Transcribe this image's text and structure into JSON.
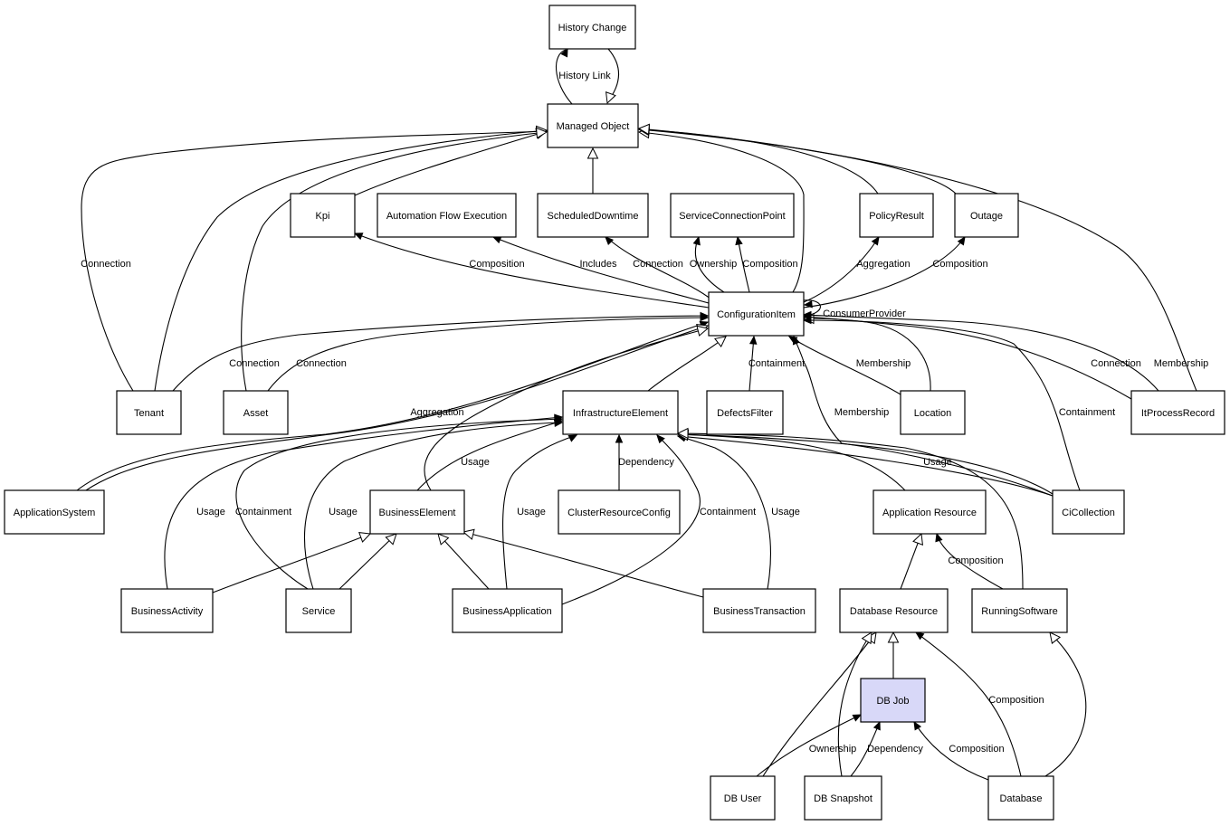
{
  "nodes": [
    {
      "id": "HistoryChange",
      "label": "History Change"
    },
    {
      "id": "ManagedObject",
      "label": "Managed Object"
    },
    {
      "id": "Kpi",
      "label": "Kpi"
    },
    {
      "id": "AutomationFlowExecution",
      "label": "Automation Flow Execution"
    },
    {
      "id": "ScheduledDowntime",
      "label": "ScheduledDowntime"
    },
    {
      "id": "ServiceConnectionPoint",
      "label": "ServiceConnectionPoint"
    },
    {
      "id": "PolicyResult",
      "label": "PolicyResult"
    },
    {
      "id": "Outage",
      "label": "Outage"
    },
    {
      "id": "ConfigurationItem",
      "label": "ConfigurationItem"
    },
    {
      "id": "Tenant",
      "label": "Tenant"
    },
    {
      "id": "Asset",
      "label": "Asset"
    },
    {
      "id": "InfrastructureElement",
      "label": "InfrastructureElement"
    },
    {
      "id": "DefectsFilter",
      "label": "DefectsFilter"
    },
    {
      "id": "Location",
      "label": "Location"
    },
    {
      "id": "ItProcessRecord",
      "label": "ItProcessRecord"
    },
    {
      "id": "ApplicationSystem",
      "label": "ApplicationSystem"
    },
    {
      "id": "BusinessElement",
      "label": "BusinessElement"
    },
    {
      "id": "ClusterResourceConfig",
      "label": "ClusterResourceConfig"
    },
    {
      "id": "ApplicationResource",
      "label": "Application Resource"
    },
    {
      "id": "CiCollection",
      "label": "CiCollection"
    },
    {
      "id": "BusinessActivity",
      "label": "BusinessActivity"
    },
    {
      "id": "Service",
      "label": "Service"
    },
    {
      "id": "BusinessApplication",
      "label": "BusinessApplication"
    },
    {
      "id": "BusinessTransaction",
      "label": "BusinessTransaction"
    },
    {
      "id": "DatabaseResource",
      "label": "Database Resource"
    },
    {
      "id": "RunningSoftware",
      "label": "RunningSoftware"
    },
    {
      "id": "DBJob",
      "label": "DB Job",
      "highlight": true
    },
    {
      "id": "DBUser",
      "label": "DB User"
    },
    {
      "id": "DBSnapshot",
      "label": "DB Snapshot"
    },
    {
      "id": "Database",
      "label": "Database"
    }
  ],
  "edges": [
    {
      "id": "e-history-link",
      "from": "ManagedObject",
      "to": "HistoryChange",
      "kind": "association",
      "label": "History Link"
    },
    {
      "id": "e-historychange-inherit",
      "from": "HistoryChange",
      "to": "ManagedObject",
      "kind": "inheritance",
      "label": ""
    },
    {
      "id": "e-scheduleddowntime-inherit",
      "from": "ScheduledDowntime",
      "to": "ManagedObject",
      "kind": "inheritance",
      "label": ""
    },
    {
      "id": "e-kpi-inherit",
      "from": "Kpi",
      "to": "ManagedObject",
      "kind": "inheritance",
      "label": ""
    },
    {
      "id": "e-tenant-connection",
      "from": "Tenant",
      "to": "ManagedObject",
      "kind": "inheritance",
      "label": "Connection"
    },
    {
      "id": "e-tenant-inherit",
      "from": "Tenant",
      "to": "ManagedObject",
      "kind": "inheritance",
      "label": ""
    },
    {
      "id": "e-asset-inherit",
      "from": "Asset",
      "to": "ManagedObject",
      "kind": "inheritance",
      "label": ""
    },
    {
      "id": "e-ci-inherit",
      "from": "ConfigurationItem",
      "to": "ManagedObject",
      "kind": "inheritance",
      "label": ""
    },
    {
      "id": "e-policyresult-inherit",
      "from": "PolicyResult",
      "to": "ManagedObject",
      "kind": "inheritance",
      "label": ""
    },
    {
      "id": "e-outage-inherit",
      "from": "Outage",
      "to": "ManagedObject",
      "kind": "inheritance",
      "label": ""
    },
    {
      "id": "e-itprocess-inherit",
      "from": "ItProcessRecord",
      "to": "ManagedObject",
      "kind": "inheritance",
      "label": ""
    },
    {
      "id": "e-kpi-composition",
      "from": "ConfigurationItem",
      "to": "Kpi",
      "kind": "association",
      "label": "Composition"
    },
    {
      "id": "e-afe-includes",
      "from": "ConfigurationItem",
      "to": "AutomationFlowExecution",
      "kind": "association",
      "label": "Includes"
    },
    {
      "id": "e-sd-connection",
      "from": "ConfigurationItem",
      "to": "ScheduledDowntime",
      "kind": "association",
      "label": "Connection"
    },
    {
      "id": "e-scp-ownership",
      "from": "ConfigurationItem",
      "to": "ServiceConnectionPoint",
      "kind": "association",
      "label": "Ownership"
    },
    {
      "id": "e-scp-composition",
      "from": "ConfigurationItem",
      "to": "ServiceConnectionPoint",
      "kind": "association",
      "label": "Composition"
    },
    {
      "id": "e-policy-aggregation",
      "from": "ConfigurationItem",
      "to": "PolicyResult",
      "kind": "association",
      "label": "Aggregation"
    },
    {
      "id": "e-outage-composition",
      "from": "ConfigurationItem",
      "to": "Outage",
      "kind": "association",
      "label": "Composition"
    },
    {
      "id": "e-ci-consumerprovider",
      "from": "ConfigurationItem",
      "to": "ConfigurationItem",
      "kind": "association",
      "label": "ConsumerProvider"
    },
    {
      "id": "e-tenant-ci-connection",
      "from": "Tenant",
      "to": "ConfigurationItem",
      "kind": "association",
      "label": "Connection"
    },
    {
      "id": "e-asset-ci-connection",
      "from": "Asset",
      "to": "ConfigurationItem",
      "kind": "association",
      "label": "Connection"
    },
    {
      "id": "e-appsys-aggregation",
      "from": "ApplicationSystem",
      "to": "ConfigurationItem",
      "kind": "association",
      "label": "Aggregation"
    },
    {
      "id": "e-appsys-inherit",
      "from": "ApplicationSystem",
      "to": "ConfigurationItem",
      "kind": "inheritance",
      "label": ""
    },
    {
      "id": "e-be-inherit-ci",
      "from": "BusinessElement",
      "to": "ConfigurationItem",
      "kind": "inheritance",
      "label": ""
    },
    {
      "id": "e-ie-inherit",
      "from": "InfrastructureElement",
      "to": "ConfigurationItem",
      "kind": "inheritance",
      "label": ""
    },
    {
      "id": "e-defects-containment",
      "from": "DefectsFilter",
      "to": "ConfigurationItem",
      "kind": "association",
      "label": "Containment"
    },
    {
      "id": "e-location-membership",
      "from": "Location",
      "to": "ConfigurationItem",
      "kind": "association",
      "label": "Membership"
    },
    {
      "id": "e-location-inherit",
      "from": "Location",
      "to": "ConfigurationItem",
      "kind": "inheritance",
      "label": ""
    },
    {
      "id": "e-cicol-membership",
      "from": "CiCollection",
      "to": "ConfigurationItem",
      "kind": "association",
      "label": "Membership"
    },
    {
      "id": "e-cicol-containment",
      "from": "CiCollection",
      "to": "ConfigurationItem",
      "kind": "association",
      "label": "Containment"
    },
    {
      "id": "e-itpr-connection",
      "from": "ItProcessRecord",
      "to": "ConfigurationItem",
      "kind": "association",
      "label": "Connection"
    },
    {
      "id": "e-itpr-membership",
      "from": "ItProcessRecord",
      "to": "ConfigurationItem",
      "kind": "association",
      "label": "Membership"
    },
    {
      "id": "e-cicol-usage",
      "from": "CiCollection",
      "to": "InfrastructureElement",
      "kind": "association",
      "label": "Usage"
    },
    {
      "id": "e-cicol-inherit-ie",
      "from": "CiCollection",
      "to": "InfrastructureElement",
      "kind": "inheritance",
      "label": ""
    },
    {
      "id": "e-crc-dependency",
      "from": "ClusterResourceConfig",
      "to": "InfrastructureElement",
      "kind": "association",
      "label": "Dependency"
    },
    {
      "id": "e-be-usage",
      "from": "BusinessElement",
      "to": "InfrastructureElement",
      "kind": "association",
      "label": "Usage"
    },
    {
      "id": "e-ba-usage",
      "from": "BusinessActivity",
      "to": "InfrastructureElement",
      "kind": "association",
      "label": "Usage"
    },
    {
      "id": "e-service-containment",
      "from": "Service",
      "to": "InfrastructureElement",
      "kind": "association",
      "label": "Containment"
    },
    {
      "id": "e-service-usage",
      "from": "Service",
      "to": "InfrastructureElement",
      "kind": "association",
      "label": "Usage"
    },
    {
      "id": "e-bapp-usage",
      "from": "BusinessApplication",
      "to": "InfrastructureElement",
      "kind": "association",
      "label": "Usage"
    },
    {
      "id": "e-bapp-containment",
      "from": "BusinessApplication",
      "to": "InfrastructureElement",
      "kind": "association",
      "label": "Containment"
    },
    {
      "id": "e-btx-usage",
      "from": "BusinessTransaction",
      "to": "InfrastructureElement",
      "kind": "association",
      "label": "Usage"
    },
    {
      "id": "e-ar-inherit-ie",
      "from": "ApplicationResource",
      "to": "InfrastructureElement",
      "kind": "inheritance",
      "label": ""
    },
    {
      "id": "e-rs-inherit-ie",
      "from": "RunningSoftware",
      "to": "InfrastructureElement",
      "kind": "inheritance",
      "label": ""
    },
    {
      "id": "e-bact-inherit",
      "from": "BusinessActivity",
      "to": "BusinessElement",
      "kind": "inheritance",
      "label": ""
    },
    {
      "id": "e-service-inherit",
      "from": "Service",
      "to": "BusinessElement",
      "kind": "inheritance",
      "label": ""
    },
    {
      "id": "e-bapp-inherit",
      "from": "BusinessApplication",
      "to": "BusinessElement",
      "kind": "inheritance",
      "label": ""
    },
    {
      "id": "e-btx-inherit",
      "from": "BusinessTransaction",
      "to": "BusinessElement",
      "kind": "inheritance",
      "label": ""
    },
    {
      "id": "e-dbres-inherit",
      "from": "DatabaseResource",
      "to": "ApplicationResource",
      "kind": "inheritance",
      "label": ""
    },
    {
      "id": "e-rs-composition",
      "from": "RunningSoftware",
      "to": "ApplicationResource",
      "kind": "association",
      "label": "Composition"
    },
    {
      "id": "e-dbjob-inherit",
      "from": "DBJob",
      "to": "DatabaseResource",
      "kind": "inheritance",
      "label": ""
    },
    {
      "id": "e-dbuser-inherit",
      "from": "DBUser",
      "to": "DatabaseResource",
      "kind": "inheritance",
      "label": ""
    },
    {
      "id": "e-dbsnap-inherit",
      "from": "DBSnapshot",
      "to": "DatabaseResource",
      "kind": "inheritance",
      "label": ""
    },
    {
      "id": "e-database-composition-dbres",
      "from": "Database",
      "to": "DatabaseResource",
      "kind": "association",
      "label": "Composition"
    },
    {
      "id": "e-database-inherit-rs",
      "from": "Database",
      "to": "RunningSoftware",
      "kind": "inheritance",
      "label": ""
    },
    {
      "id": "e-dbuser-ownership",
      "from": "DBUser",
      "to": "DBJob",
      "kind": "association",
      "label": "Ownership"
    },
    {
      "id": "e-dbsnap-dependency",
      "from": "DBSnapshot",
      "to": "DBJob",
      "kind": "association",
      "label": "Dependency"
    },
    {
      "id": "e-database-composition-dbjob",
      "from": "Database",
      "to": "DBJob",
      "kind": "association",
      "label": "Composition"
    }
  ]
}
